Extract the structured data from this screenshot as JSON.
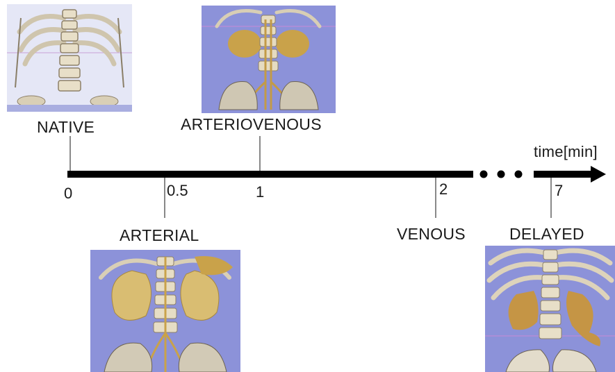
{
  "timeline": {
    "axis_label": "time[min]",
    "ticks": [
      "0",
      "0.5",
      "1",
      "2",
      "7"
    ]
  },
  "phases": [
    {
      "label": "NATIVE",
      "time": "0"
    },
    {
      "label": "ARTERIOVENOUS",
      "time": "1"
    },
    {
      "label": "ARTERIAL",
      "time": "0.5"
    },
    {
      "label": "VENOUS",
      "time": "2"
    },
    {
      "label": "DELAYED",
      "time": "7"
    }
  ],
  "colors": {
    "axis": "#000000",
    "thumbnail_background": "#8c92d9",
    "bone": "#e6dcc4",
    "contrast": "#c9a24a"
  },
  "icons": [
    "ellipsis-dots",
    "arrow-head"
  ]
}
